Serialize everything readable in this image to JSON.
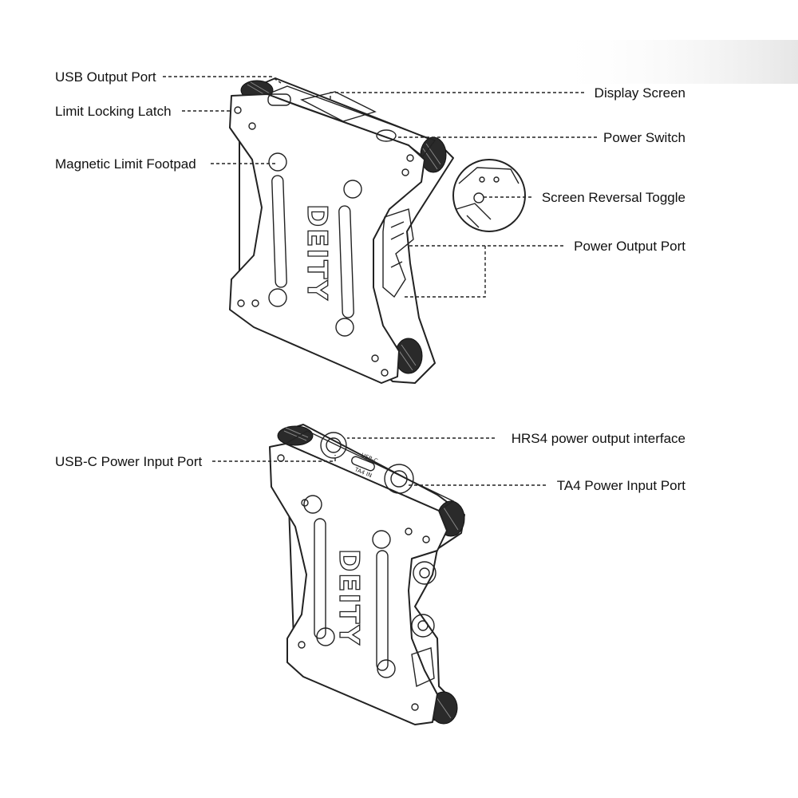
{
  "diagram": {
    "top_device": {
      "brand": "DEITY",
      "labels": {
        "usb_output_port": "USB Output Port",
        "limit_locking_latch": "Limit Locking Latch",
        "magnetic_limit_footpad": "Magnetic Limit Footpad",
        "display_screen": "Display Screen",
        "power_switch": "Power Switch",
        "screen_reversal_toggle": "Screen Reversal Toggle",
        "power_output_port": "Power Output Port"
      }
    },
    "bottom_device": {
      "brand": "DEITY",
      "labels": {
        "usb_c_power_input_port": "USB-C Power Input Port",
        "hrs4_power_output_interface": "HRS4 power output interface",
        "ta4_power_input_port": "TA4 Power Input Port"
      },
      "port_markings": {
        "usb_c": "USB-C",
        "ta4_in": "TA4 IN"
      }
    }
  }
}
